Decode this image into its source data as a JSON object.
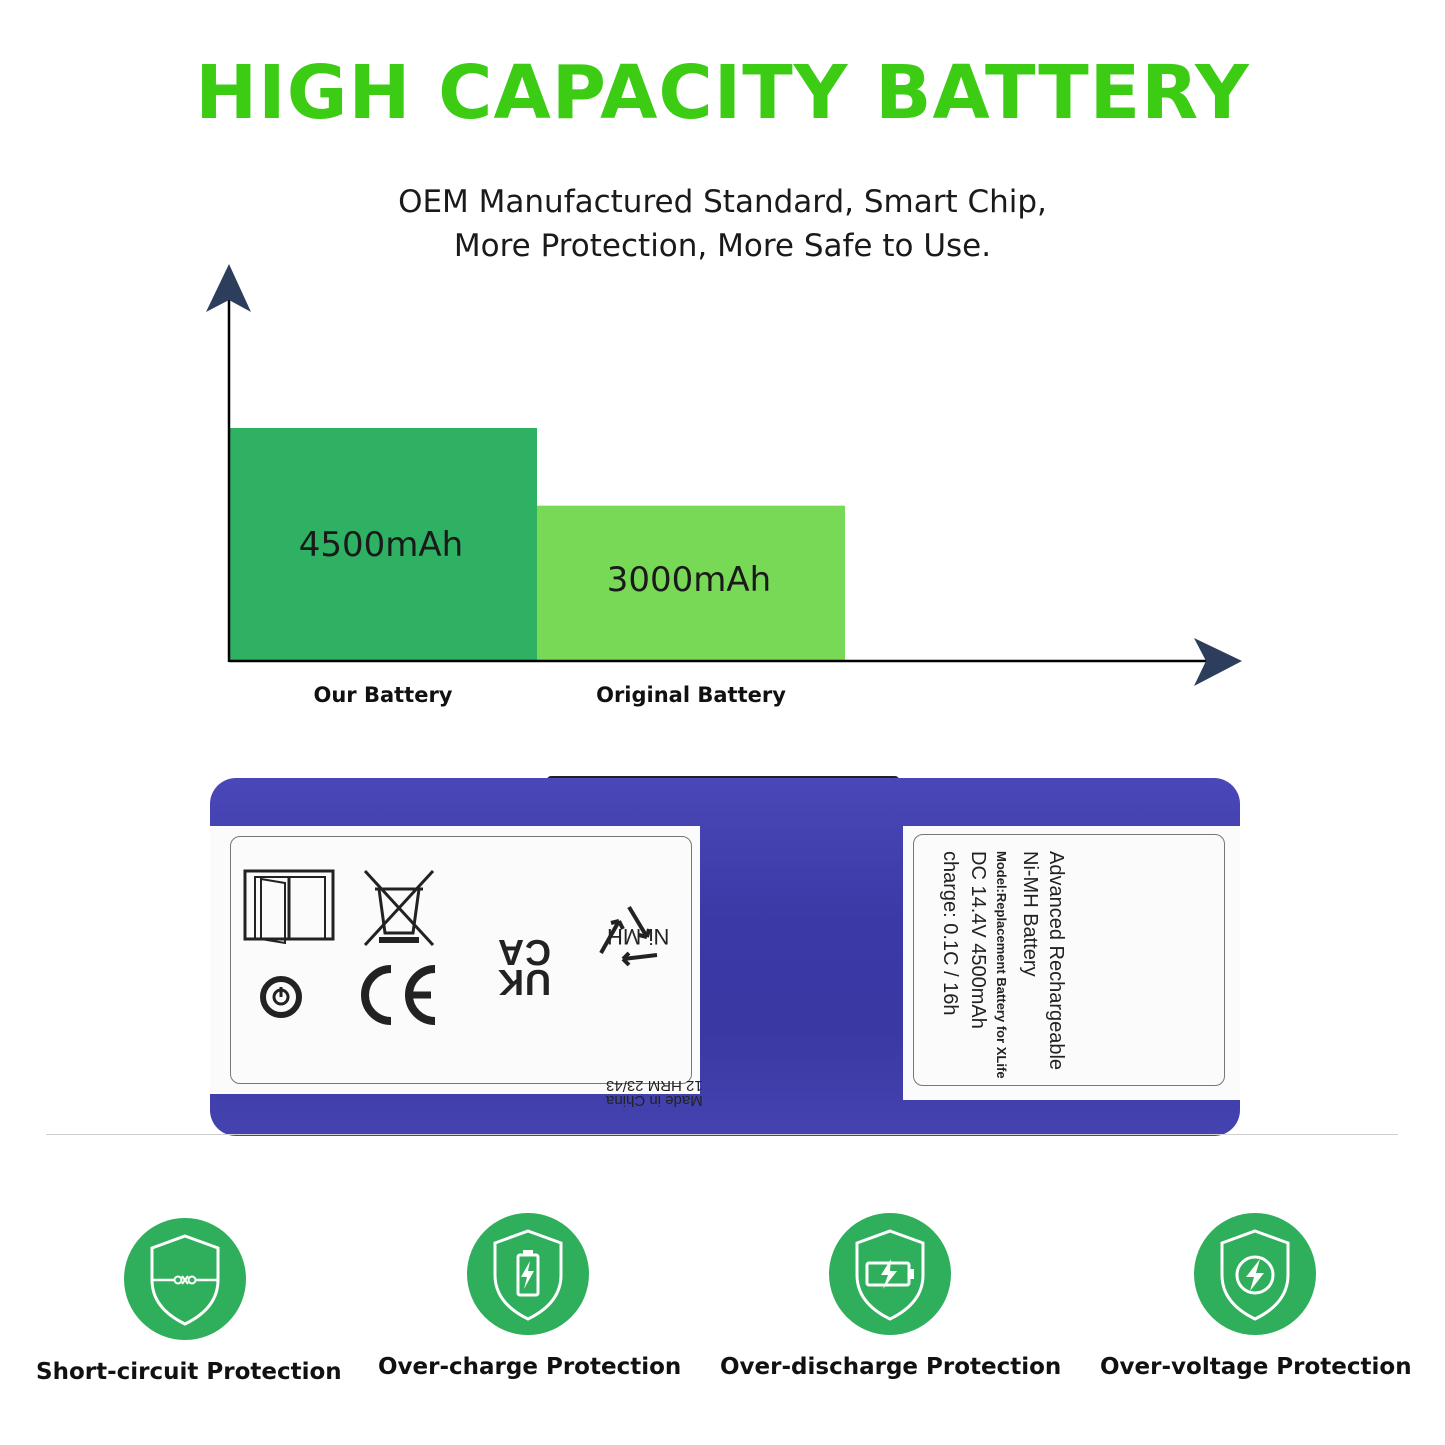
{
  "headline": "HIGH CAPACITY BATTERY",
  "subtitle_line1": "OEM Manufactured Standard, Smart Chip,",
  "subtitle_line2": "More Protection, More Safe to Use.",
  "colors": {
    "headline": "#3ccc14",
    "bar_our": "#2eb162",
    "bar_original": "#78d957",
    "axis_arrow": "#2c3e5c",
    "battery": "#3b39a6",
    "badge": "#2fae5b"
  },
  "chart_data": {
    "type": "bar",
    "categories": [
      "Our Battery",
      "Original Battery"
    ],
    "values": [
      4500,
      3000
    ],
    "value_labels": [
      "4500mAh",
      "3000mAh"
    ],
    "title": "",
    "xlabel": "",
    "ylabel": "",
    "grid": false
  },
  "battery_label": {
    "left_label": {
      "chemistry": "Ni-MH",
      "made_in": "Made in China",
      "code": "12 HRM 23/43",
      "mark": "UK CA"
    },
    "right_label": {
      "line1": "Advanced Rechargeable",
      "line2": "Ni-MH Battery",
      "line3": "Model:Replacement Battery for XLife",
      "line4": "DC  14.4V 4500mAh",
      "line5": "charge: 0.1C / 16h"
    }
  },
  "features": [
    {
      "label": "Short-circuit Protection",
      "icon": "shield-circuit-icon"
    },
    {
      "label": "Over-charge Protection",
      "icon": "shield-battery-charge-icon"
    },
    {
      "label": "Over-discharge Protection",
      "icon": "shield-battery-discharge-icon"
    },
    {
      "label": "Over-voltage Protection",
      "icon": "shield-lightning-icon"
    }
  ]
}
